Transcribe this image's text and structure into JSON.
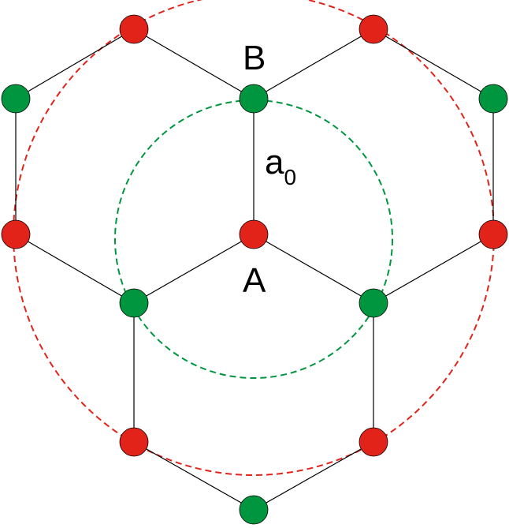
{
  "colors": {
    "sublattice_A": "#e2231a",
    "sublattice_B": "#009640",
    "bond": "#000000",
    "nearest_neighbor_circle": "#009640",
    "second_neighbor_circle": "#e2231a"
  },
  "labels": {
    "site_A": "A",
    "site_B": "B",
    "bond_length_symbol": "a",
    "bond_length_subscript": "0"
  }
}
